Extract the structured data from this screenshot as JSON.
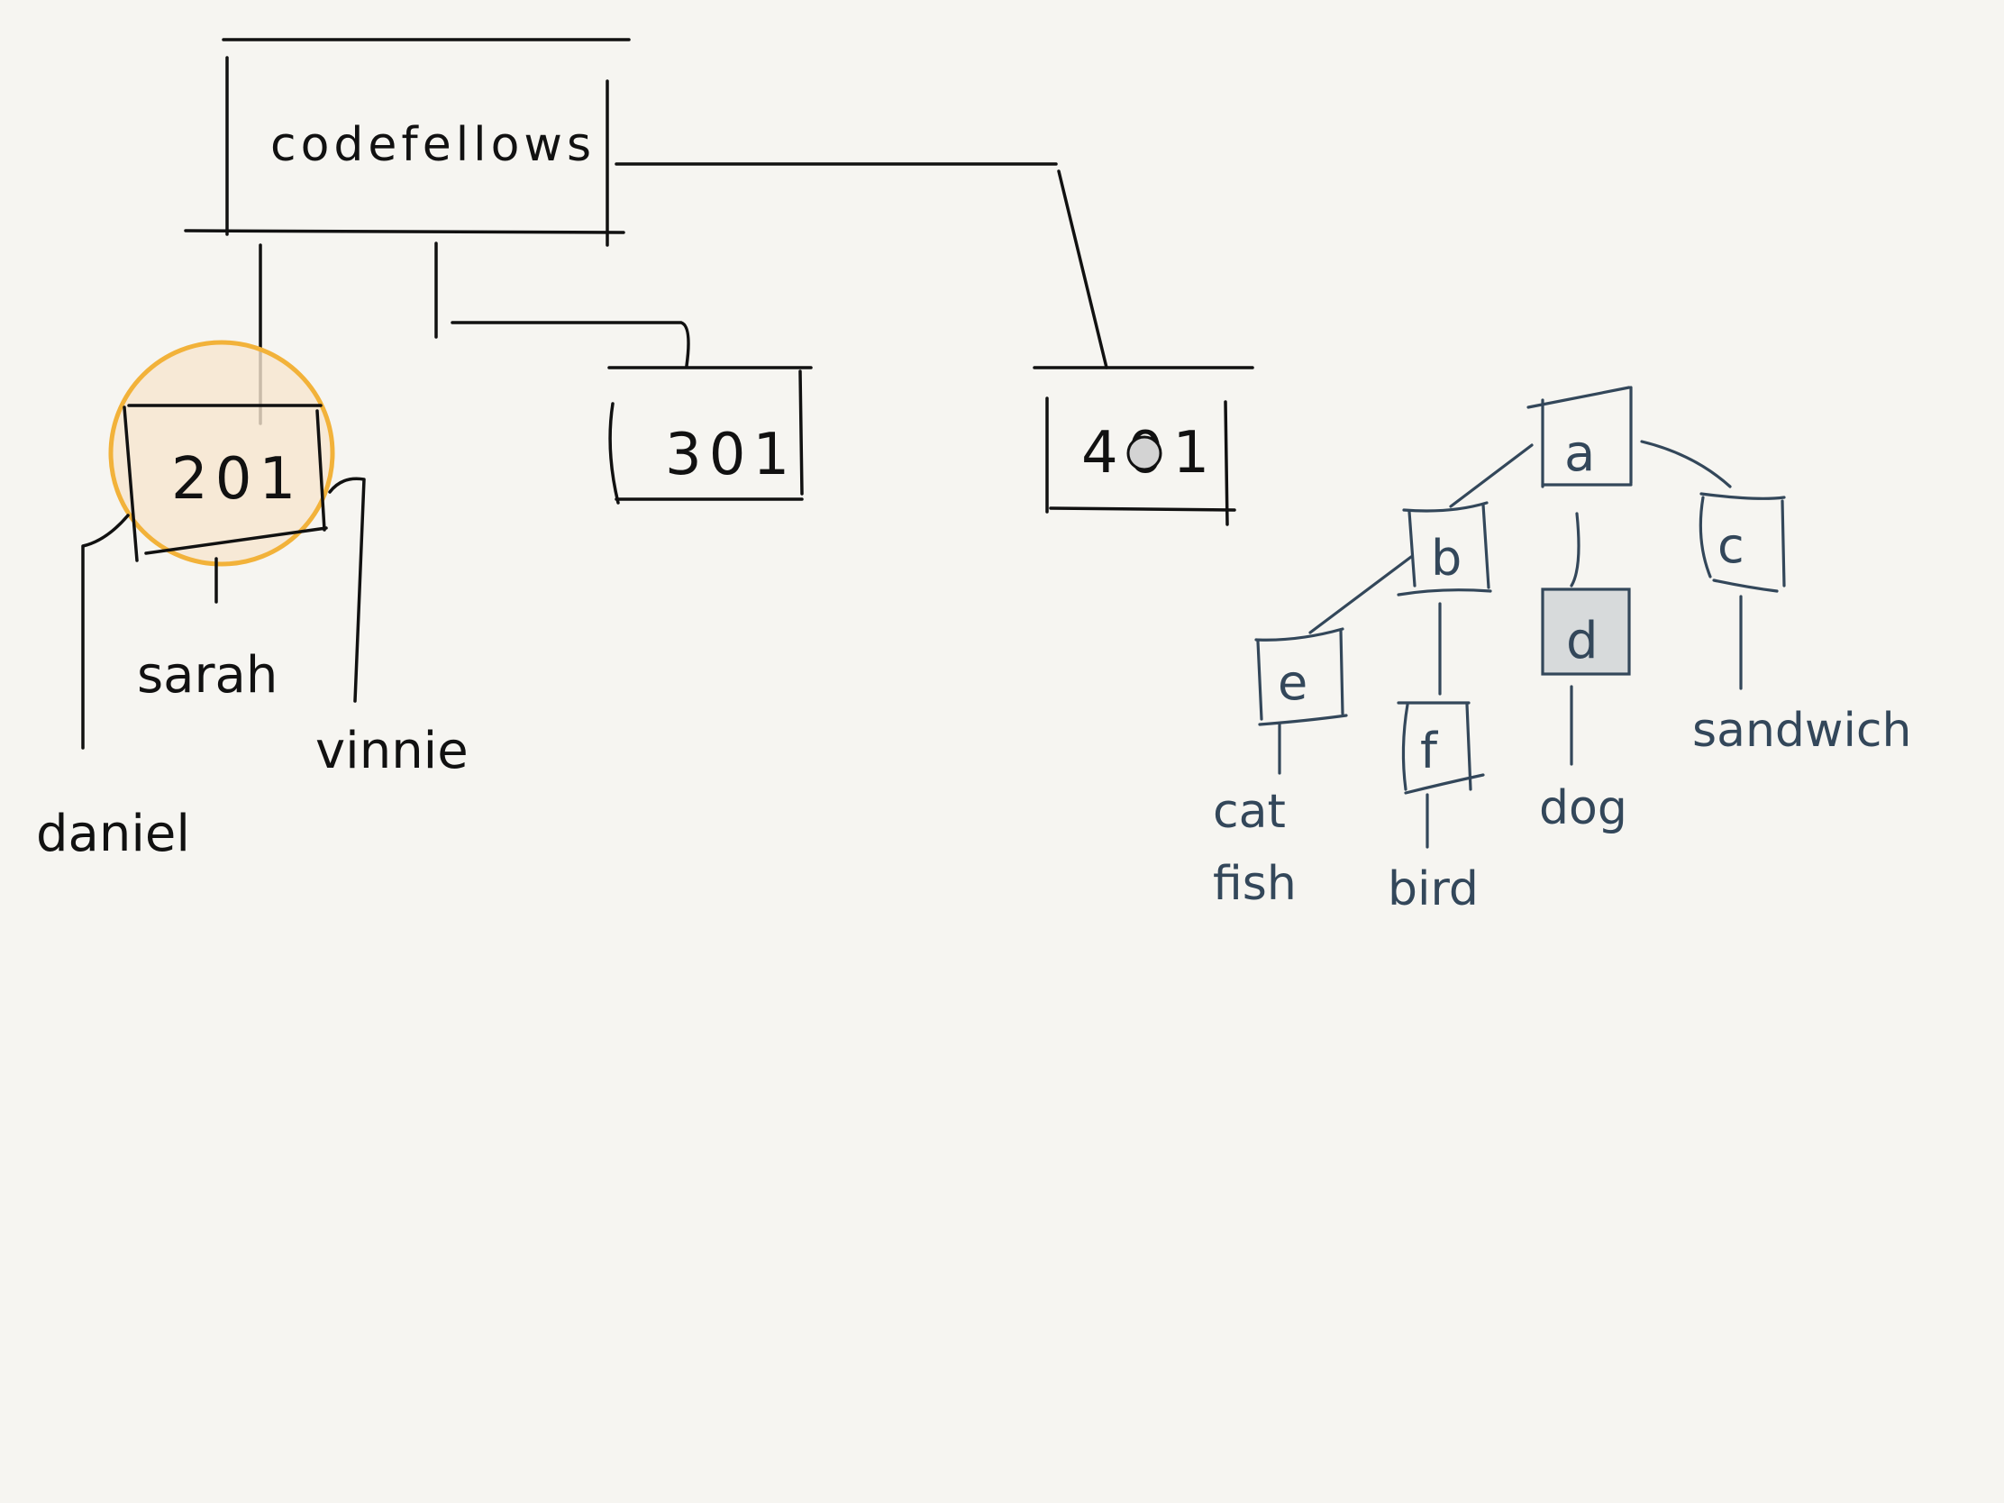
{
  "org_tree": {
    "root": "codefellows",
    "courses": [
      "201",
      "301",
      "401"
    ],
    "students_201": [
      "daniel",
      "sarah",
      "vinnie"
    ]
  },
  "letter_tree": {
    "root": "a",
    "level1": [
      "b",
      "d",
      "c"
    ],
    "level2": [
      "e",
      "f"
    ],
    "leaves": {
      "e": [
        "cat",
        "fish"
      ],
      "f": [
        "bird"
      ],
      "d": [
        "dog"
      ],
      "c": [
        "sandwich"
      ]
    }
  },
  "colors": {
    "ink": "#111111",
    "slate": "#33475a",
    "highlight_ring": "#f2b23a",
    "highlight_fill": "#f7e6cf",
    "shaded_node": "#d7dadb",
    "dot": "#d3d3d3",
    "background": "#f6f5f1"
  }
}
